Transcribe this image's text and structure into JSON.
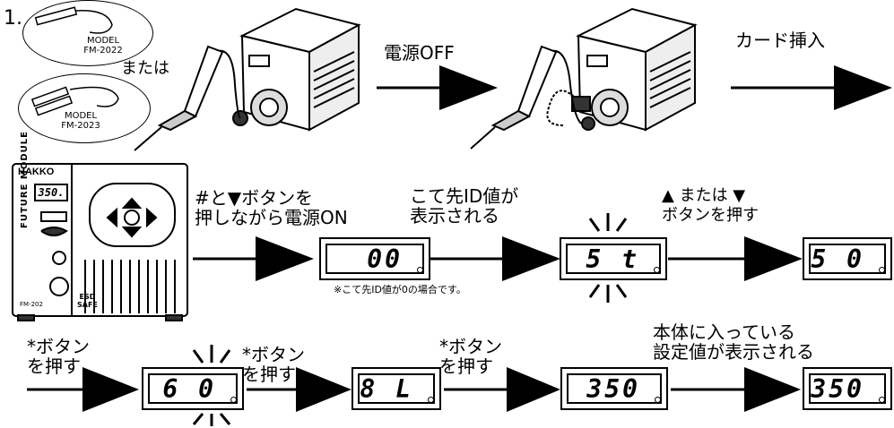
{
  "step_number": "1.",
  "models": [
    {
      "label": "MODEL",
      "number": "FM-2022"
    },
    {
      "label": "MODEL",
      "number": "FM-2023"
    }
  ],
  "or_text": "または",
  "power_off": "電源OFF",
  "card_insert": "カード挿入",
  "brand": "HAKKO",
  "unit_display": "350.",
  "unit_vertical": "FUTURE MODULE",
  "unit_model": "FM-202",
  "esd_safe": [
    "ESD",
    "SAFE"
  ],
  "step2_label": [
    "#と▼ボタンを",
    "押しながら電源ON"
  ],
  "step3_label": [
    "こて先ID値が",
    "表示される"
  ],
  "step3_note": "※こて先ID値が0の場合です。",
  "step4_label": [
    "▲ または ▼",
    "ボタンを押す"
  ],
  "press_star": [
    "*ボタン",
    "を押す"
  ],
  "final_label": [
    "本体に入っている",
    "設定値が表示される"
  ],
  "displays": {
    "d1": "00",
    "d2": "5 t",
    "d3": "5 0",
    "d4": "6 0",
    "d5": "8 L",
    "d6": "350",
    "d7": "350"
  }
}
